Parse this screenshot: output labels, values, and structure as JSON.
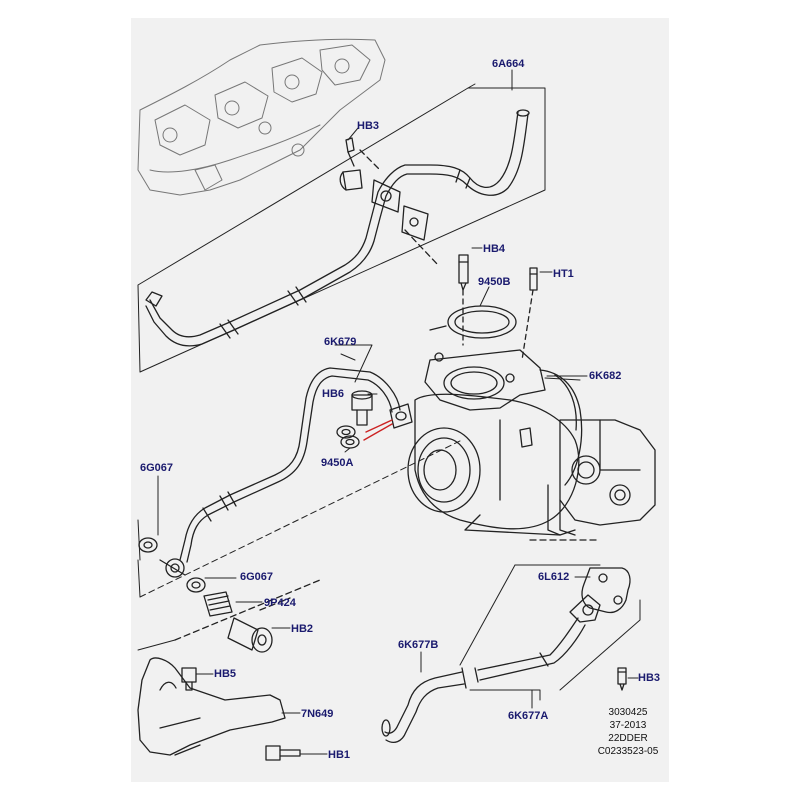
{
  "labels": {
    "6A664": "6A664",
    "HB3_top": "HB3",
    "HB4": "HB4",
    "9450B": "9450B",
    "HT1": "HT1",
    "6K679": "6K679",
    "HB6": "HB6",
    "6K682": "6K682",
    "9450A": "9450A",
    "6G067_left": "6G067",
    "6G067_mid": "6G067",
    "9P424": "9P424",
    "HB2": "HB2",
    "6L612": "6L612",
    "6K677B": "6K677B",
    "HB3_right": "HB3",
    "6K677A": "6K677A",
    "HB5": "HB5",
    "7N649": "7N649",
    "HB1": "HB1"
  },
  "reference": {
    "line1": "3030425",
    "line2": "37-2013",
    "line3": "22DDER",
    "line4": "C0233523-05"
  },
  "colors": {
    "label_text": "#1a1a6e",
    "line": "#222222",
    "background_panel": "#f1f1f1",
    "leader_red": "#cc2222"
  }
}
